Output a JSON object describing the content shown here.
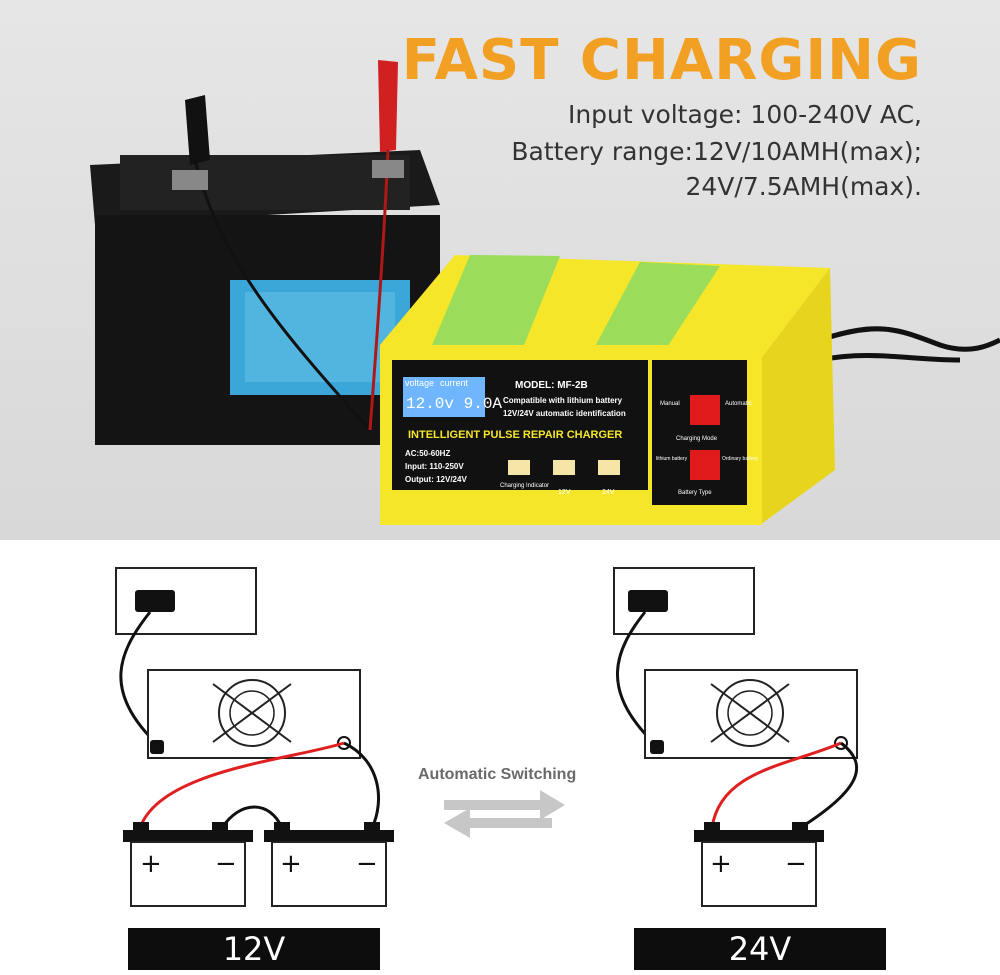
{
  "headline": "FAST CHARGING",
  "specs": {
    "line1": "Input voltage: 100-240V AC,",
    "line2": "Battery range:12V/10AMH(max);",
    "line3": "24V/7.5AMH(max)."
  },
  "charger": {
    "model": "MODEL: MF-2B",
    "lcd_labels": {
      "voltage": "voltage",
      "current": "current"
    },
    "lcd_readout": "12.0v 9.0A",
    "features": [
      "Compatible with lithium battery",
      "12V/24V automatic identification"
    ],
    "title": "INTELLIGENT PULSE REPAIR CHARGER",
    "spec_ac": "AC:50-60HZ",
    "spec_input": "Input: 110-250V",
    "spec_output": "Output: 12V/24V",
    "indicators": [
      "Charging Indicator",
      "12V",
      "24V"
    ],
    "switch_mode": {
      "left": "Manual",
      "right": "Automatic",
      "caption": "Charging Mode"
    },
    "switch_type": {
      "left": "lithium battery",
      "right": "Ordinary battery",
      "caption": "Battery Type"
    }
  },
  "diagram": {
    "switch_label": "Automatic Switching",
    "left_label": "12V",
    "right_label": "24V",
    "plus": "+",
    "minus": "−"
  },
  "colors": {
    "accent": "#f2a024",
    "charger_yellow": "#f5e62a",
    "charger_green": "#9bdc5a",
    "wire_red": "#e02020"
  }
}
